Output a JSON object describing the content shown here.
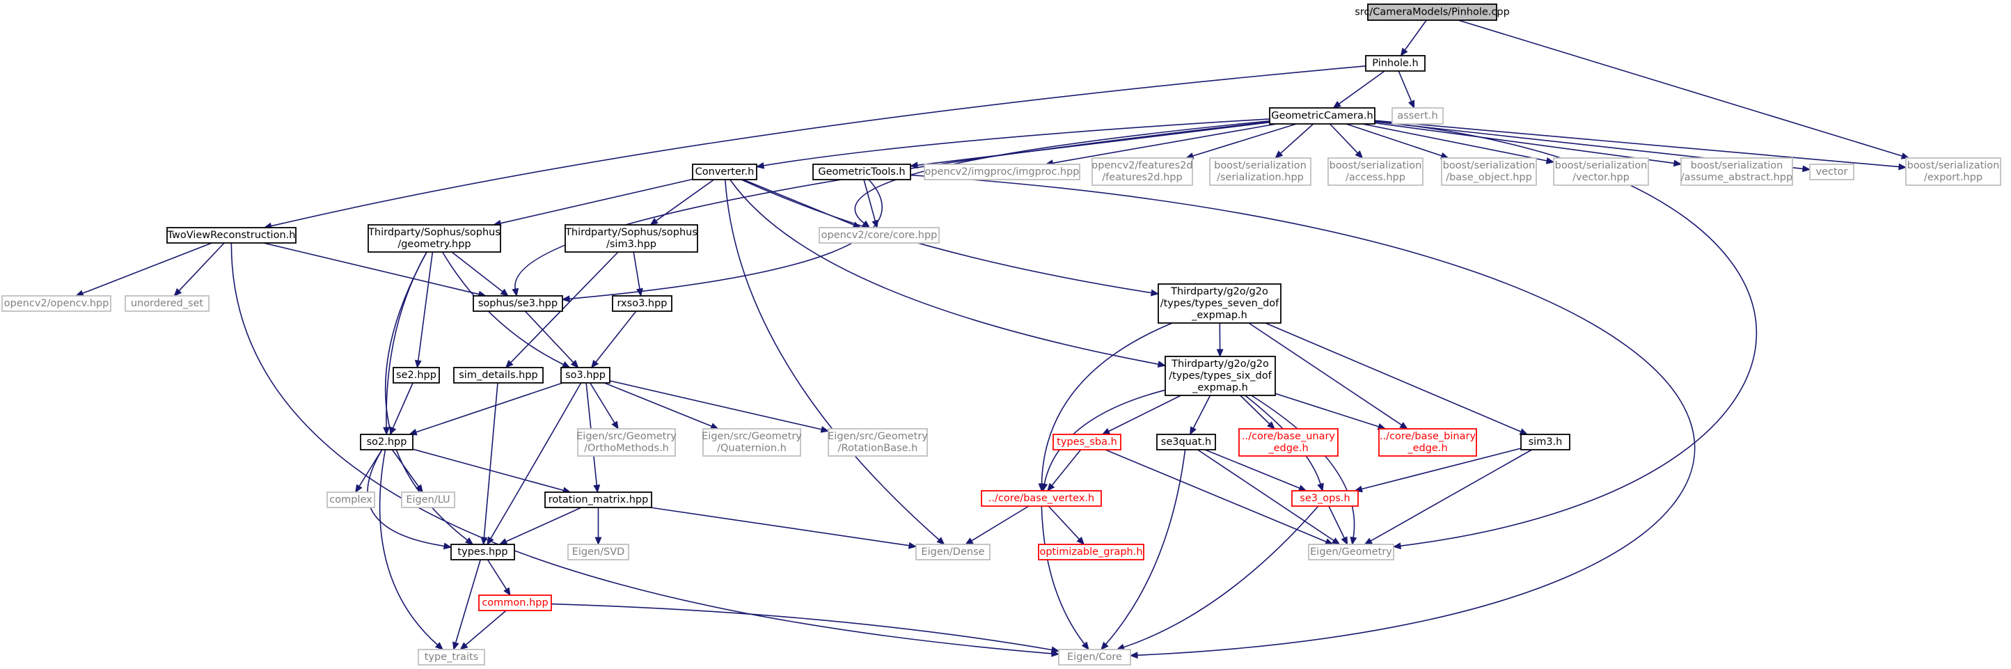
{
  "colors": {
    "edge": "#191970",
    "root_fill": "#bfbfbf",
    "node_border": "#000000",
    "external_border": "#bfbfbf",
    "external_text": "#808080",
    "missing_border": "#ff0000",
    "missing_text": "#ff0000"
  },
  "nodes": [
    {
      "id": "n_root",
      "kind": "root",
      "lines": [
        "src/CameraModels/Pinhole.cpp"
      ]
    },
    {
      "id": "n_pinhole",
      "kind": "proj",
      "lines": [
        "Pinhole.h"
      ]
    },
    {
      "id": "n_geocam",
      "kind": "proj",
      "lines": [
        "GeometricCamera.h"
      ]
    },
    {
      "id": "n_assert",
      "kind": "ext",
      "lines": [
        "assert.h"
      ]
    },
    {
      "id": "n_boostexport",
      "kind": "ext",
      "lines": [
        "boost/serialization",
        "/export.hpp"
      ]
    },
    {
      "id": "n_converter",
      "kind": "proj",
      "lines": [
        "Converter.h"
      ]
    },
    {
      "id": "n_geotools",
      "kind": "proj",
      "lines": [
        "GeometricTools.h"
      ]
    },
    {
      "id": "n_imgproc",
      "kind": "ext",
      "lines": [
        "opencv2/imgproc/imgproc.hpp"
      ]
    },
    {
      "id": "n_features2d",
      "kind": "ext",
      "lines": [
        "opencv2/features2d",
        "/features2d.hpp"
      ]
    },
    {
      "id": "n_bserial",
      "kind": "ext",
      "lines": [
        "boost/serialization",
        "/serialization.hpp"
      ]
    },
    {
      "id": "n_baccess",
      "kind": "ext",
      "lines": [
        "boost/serialization",
        "/access.hpp"
      ]
    },
    {
      "id": "n_bbaseobj",
      "kind": "ext",
      "lines": [
        "boost/serialization",
        "/base_object.hpp"
      ]
    },
    {
      "id": "n_bvector",
      "kind": "ext",
      "lines": [
        "boost/serialization",
        "/vector.hpp"
      ]
    },
    {
      "id": "n_babstract",
      "kind": "ext",
      "lines": [
        "boost/serialization",
        "/assume_abstract.hpp"
      ]
    },
    {
      "id": "n_vector",
      "kind": "ext",
      "lines": [
        "vector"
      ]
    },
    {
      "id": "n_twoview",
      "kind": "proj",
      "lines": [
        "TwoViewReconstruction.h"
      ]
    },
    {
      "id": "n_sophgeom",
      "kind": "proj",
      "lines": [
        "Thirdparty/Sophus/sophus",
        "/geometry.hpp"
      ]
    },
    {
      "id": "n_sophsim3",
      "kind": "proj",
      "lines": [
        "Thirdparty/Sophus/sophus",
        "/sim3.hpp"
      ]
    },
    {
      "id": "n_cvcore",
      "kind": "ext",
      "lines": [
        "opencv2/core/core.hpp"
      ]
    },
    {
      "id": "n_cvopencv",
      "kind": "ext",
      "lines": [
        "opencv2/opencv.hpp"
      ]
    },
    {
      "id": "n_unordered",
      "kind": "ext",
      "lines": [
        "unordered_set"
      ]
    },
    {
      "id": "n_se3",
      "kind": "proj",
      "lines": [
        "sophus/se3.hpp"
      ]
    },
    {
      "id": "n_rxso3",
      "kind": "proj",
      "lines": [
        "rxso3.hpp"
      ]
    },
    {
      "id": "n_g2o7",
      "kind": "proj",
      "lines": [
        "Thirdparty/g2o/g2o",
        "/types/types_seven_dof",
        "_expmap.h"
      ]
    },
    {
      "id": "n_se2",
      "kind": "proj",
      "lines": [
        "se2.hpp"
      ]
    },
    {
      "id": "n_simdet",
      "kind": "proj",
      "lines": [
        "sim_details.hpp"
      ]
    },
    {
      "id": "n_so3",
      "kind": "proj",
      "lines": [
        "so3.hpp"
      ]
    },
    {
      "id": "n_g2o6",
      "kind": "proj",
      "lines": [
        "Thirdparty/g2o/g2o",
        "/types/types_six_dof",
        "_expmap.h"
      ]
    },
    {
      "id": "n_so2",
      "kind": "proj",
      "lines": [
        "so2.hpp"
      ]
    },
    {
      "id": "n_ortho",
      "kind": "ext",
      "lines": [
        "Eigen/src/Geometry",
        "/OrthoMethods.h"
      ]
    },
    {
      "id": "n_quat",
      "kind": "ext",
      "lines": [
        "Eigen/src/Geometry",
        "/Quaternion.h"
      ]
    },
    {
      "id": "n_rotbase",
      "kind": "ext",
      "lines": [
        "Eigen/src/Geometry",
        "/RotationBase.h"
      ]
    },
    {
      "id": "n_typessba",
      "kind": "err",
      "lines": [
        "types_sba.h"
      ]
    },
    {
      "id": "n_se3quat",
      "kind": "proj",
      "lines": [
        "se3quat.h"
      ]
    },
    {
      "id": "n_baseunary",
      "kind": "err",
      "lines": [
        "../core/base_unary",
        "_edge.h"
      ]
    },
    {
      "id": "n_basebinary",
      "kind": "err",
      "lines": [
        "../core/base_binary",
        "_edge.h"
      ]
    },
    {
      "id": "n_sim3h",
      "kind": "proj",
      "lines": [
        "sim3.h"
      ]
    },
    {
      "id": "n_complex",
      "kind": "ext",
      "lines": [
        "complex"
      ]
    },
    {
      "id": "n_eigenlu",
      "kind": "ext",
      "lines": [
        "Eigen/LU"
      ]
    },
    {
      "id": "n_rotmat",
      "kind": "proj",
      "lines": [
        "rotation_matrix.hpp"
      ]
    },
    {
      "id": "n_basevertex",
      "kind": "err",
      "lines": [
        "../core/base_vertex.h"
      ]
    },
    {
      "id": "n_se3ops",
      "kind": "err",
      "lines": [
        "se3_ops.h"
      ]
    },
    {
      "id": "n_types",
      "kind": "proj",
      "lines": [
        "types.hpp"
      ]
    },
    {
      "id": "n_eigensvd",
      "kind": "ext",
      "lines": [
        "Eigen/SVD"
      ]
    },
    {
      "id": "n_eigendense",
      "kind": "ext",
      "lines": [
        "Eigen/Dense"
      ]
    },
    {
      "id": "n_optgraph",
      "kind": "err",
      "lines": [
        "optimizable_graph.h"
      ]
    },
    {
      "id": "n_eigengeom",
      "kind": "ext",
      "lines": [
        "Eigen/Geometry"
      ]
    },
    {
      "id": "n_common",
      "kind": "err",
      "lines": [
        "common.hpp"
      ]
    },
    {
      "id": "n_typetraits",
      "kind": "ext",
      "lines": [
        "type_traits"
      ]
    },
    {
      "id": "n_eigencore",
      "kind": "ext",
      "lines": [
        "Eigen/Core"
      ]
    }
  ],
  "edges": [
    [
      "n_root",
      "n_pinhole"
    ],
    [
      "n_root",
      "n_boostexport"
    ],
    [
      "n_pinhole",
      "n_geocam"
    ],
    [
      "n_pinhole",
      "n_assert"
    ],
    [
      "n_pinhole",
      "n_twoview"
    ],
    [
      "n_geocam",
      "n_converter"
    ],
    [
      "n_geocam",
      "n_geotools"
    ],
    [
      "n_geocam",
      "n_imgproc"
    ],
    [
      "n_geocam",
      "n_features2d"
    ],
    [
      "n_geocam",
      "n_bserial"
    ],
    [
      "n_geocam",
      "n_baccess"
    ],
    [
      "n_geocam",
      "n_bbaseobj"
    ],
    [
      "n_geocam",
      "n_bvector"
    ],
    [
      "n_geocam",
      "n_babstract"
    ],
    [
      "n_geocam",
      "n_vector"
    ],
    [
      "n_geocam",
      "n_boostexport"
    ],
    [
      "n_geocam",
      "n_cvcore"
    ],
    [
      "n_geocam",
      "n_se3"
    ],
    [
      "n_geocam",
      "n_eigengeom"
    ],
    [
      "n_converter",
      "n_sophgeom"
    ],
    [
      "n_converter",
      "n_sophsim3"
    ],
    [
      "n_converter",
      "n_cvcore"
    ],
    [
      "n_converter",
      "n_g2o7"
    ],
    [
      "n_converter",
      "n_g2o6"
    ],
    [
      "n_converter",
      "n_eigendense"
    ],
    [
      "n_geotools",
      "n_cvcore"
    ],
    [
      "n_geotools",
      "n_se3"
    ],
    [
      "n_geotools",
      "n_eigencore"
    ],
    [
      "n_twoview",
      "n_cvopencv"
    ],
    [
      "n_twoview",
      "n_unordered"
    ],
    [
      "n_twoview",
      "n_se3"
    ],
    [
      "n_twoview",
      "n_eigencore"
    ],
    [
      "n_sophgeom",
      "n_se3"
    ],
    [
      "n_sophgeom",
      "n_se2"
    ],
    [
      "n_sophgeom",
      "n_so3"
    ],
    [
      "n_sophgeom",
      "n_so2"
    ],
    [
      "n_sophgeom",
      "n_types"
    ],
    [
      "n_sophsim3",
      "n_rxso3"
    ],
    [
      "n_sophsim3",
      "n_simdet"
    ],
    [
      "n_se3",
      "n_so3"
    ],
    [
      "n_rxso3",
      "n_so3"
    ],
    [
      "n_g2o7",
      "n_g2o6"
    ],
    [
      "n_g2o7",
      "n_basevertex"
    ],
    [
      "n_g2o7",
      "n_basebinary"
    ],
    [
      "n_g2o7",
      "n_sim3h"
    ],
    [
      "n_se2",
      "n_so2"
    ],
    [
      "n_simdet",
      "n_types"
    ],
    [
      "n_so3",
      "n_so2"
    ],
    [
      "n_so3",
      "n_ortho"
    ],
    [
      "n_so3",
      "n_quat"
    ],
    [
      "n_so3",
      "n_rotbase"
    ],
    [
      "n_so3",
      "n_rotmat"
    ],
    [
      "n_so3",
      "n_types"
    ],
    [
      "n_g2o6",
      "n_typessba"
    ],
    [
      "n_g2o6",
      "n_se3quat"
    ],
    [
      "n_g2o6",
      "n_baseunary"
    ],
    [
      "n_g2o6",
      "n_basebinary"
    ],
    [
      "n_g2o6",
      "n_se3ops"
    ],
    [
      "n_g2o6",
      "n_eigengeom"
    ],
    [
      "n_g2o6",
      "n_basevertex"
    ],
    [
      "n_so2",
      "n_complex"
    ],
    [
      "n_so2",
      "n_eigenlu"
    ],
    [
      "n_so2",
      "n_rotmat"
    ],
    [
      "n_so2",
      "n_types"
    ],
    [
      "n_so2",
      "n_typetraits"
    ],
    [
      "n_typessba",
      "n_basevertex"
    ],
    [
      "n_typessba",
      "n_eigengeom"
    ],
    [
      "n_se3quat",
      "n_se3ops"
    ],
    [
      "n_se3quat",
      "n_eigengeom"
    ],
    [
      "n_se3quat",
      "n_eigencore"
    ],
    [
      "n_sim3h",
      "n_se3ops"
    ],
    [
      "n_sim3h",
      "n_eigengeom"
    ],
    [
      "n_rotmat",
      "n_types"
    ],
    [
      "n_rotmat",
      "n_eigensvd"
    ],
    [
      "n_rotmat",
      "n_eigendense"
    ],
    [
      "n_basevertex",
      "n_eigendense"
    ],
    [
      "n_basevertex",
      "n_optgraph"
    ],
    [
      "n_basevertex",
      "n_eigencore"
    ],
    [
      "n_se3ops",
      "n_eigengeom"
    ],
    [
      "n_se3ops",
      "n_eigencore"
    ],
    [
      "n_types",
      "n_common"
    ],
    [
      "n_types",
      "n_typetraits"
    ],
    [
      "n_common",
      "n_typetraits"
    ],
    [
      "n_common",
      "n_eigencore"
    ]
  ]
}
